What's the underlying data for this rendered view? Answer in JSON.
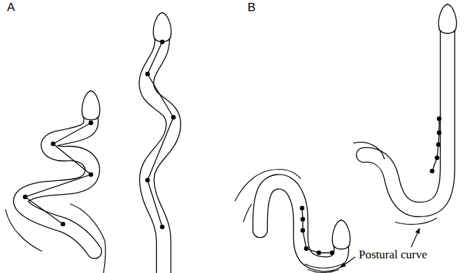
{
  "diagram": {
    "labels": [
      "A",
      "B",
      "Postural curve"
    ]
  }
}
